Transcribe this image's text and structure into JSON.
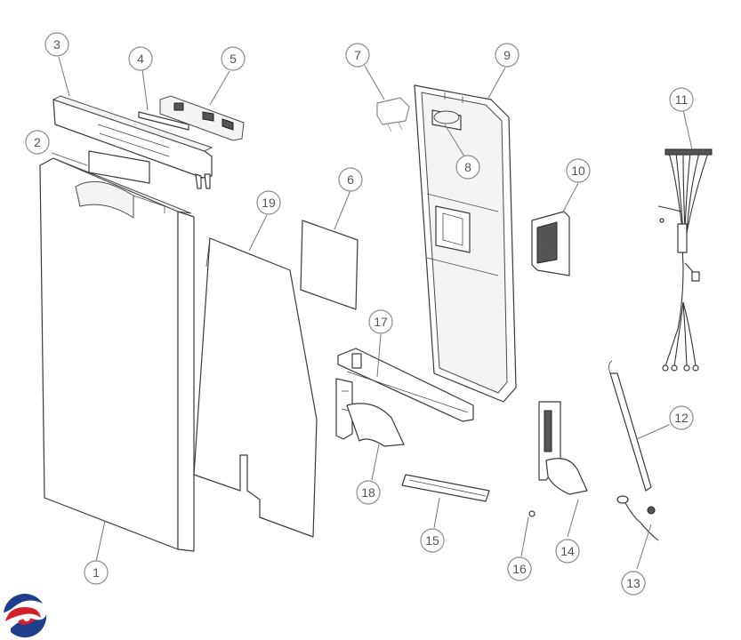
{
  "callouts": [
    {
      "id": "1",
      "label": "1"
    },
    {
      "id": "2",
      "label": "2"
    },
    {
      "id": "3",
      "label": "3"
    },
    {
      "id": "4",
      "label": "4"
    },
    {
      "id": "5",
      "label": "5"
    },
    {
      "id": "6",
      "label": "6"
    },
    {
      "id": "7",
      "label": "7"
    },
    {
      "id": "8",
      "label": "8"
    },
    {
      "id": "9",
      "label": "9"
    },
    {
      "id": "10",
      "label": "10"
    },
    {
      "id": "11",
      "label": "11"
    },
    {
      "id": "12",
      "label": "12"
    },
    {
      "id": "13",
      "label": "13"
    },
    {
      "id": "14",
      "label": "14"
    },
    {
      "id": "15",
      "label": "15"
    },
    {
      "id": "16",
      "label": "16"
    },
    {
      "id": "17",
      "label": "17"
    },
    {
      "id": "18",
      "label": "18"
    },
    {
      "id": "19",
      "label": "19"
    }
  ],
  "colors": {
    "logo_red": "#d32027",
    "logo_blue": "#1f3e8c",
    "callout_stroke": "#8c8c8c",
    "line": "#3a3a3a"
  },
  "icons": {
    "logo": "brand-swirl-logo"
  }
}
